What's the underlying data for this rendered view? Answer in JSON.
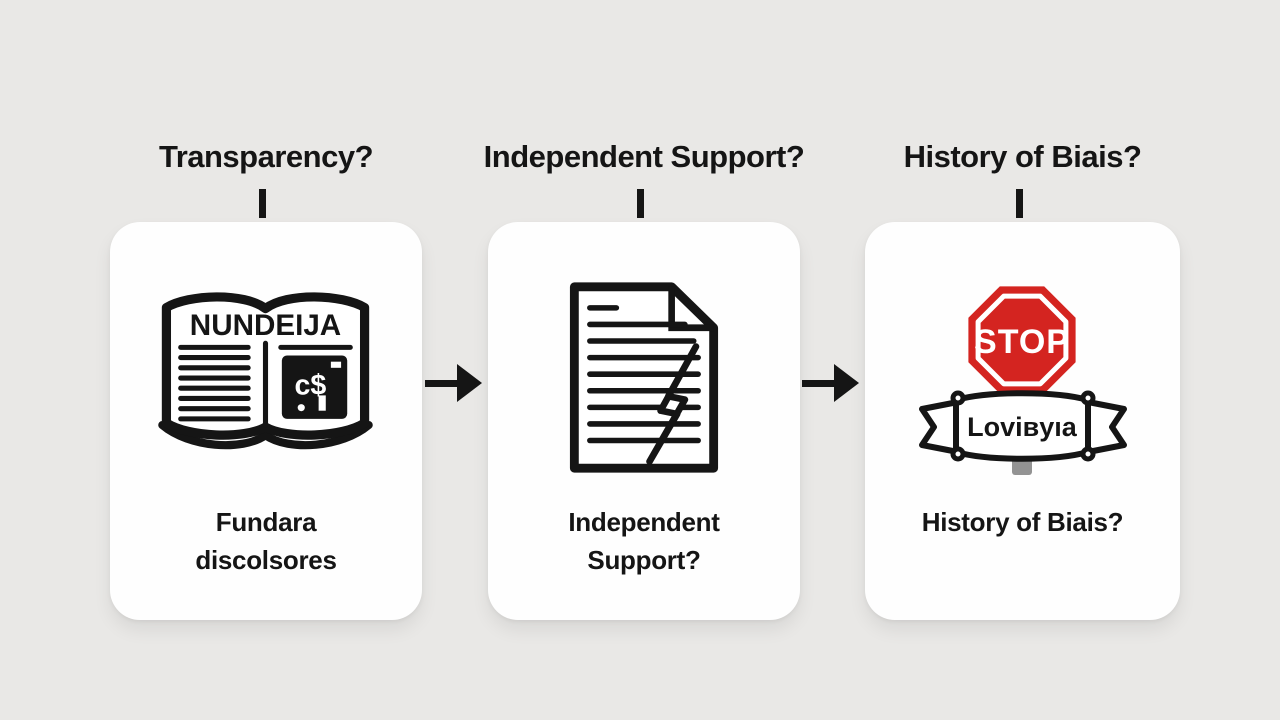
{
  "canvas": {
    "background": "#e9e8e6",
    "ink": "#151515",
    "card_background": "#fefefe"
  },
  "colors": {
    "stop_red": "#d42420",
    "stop_rim": "#9b1a10",
    "post_gray": "#939393"
  },
  "columns": [
    {
      "header": "Transparency?",
      "card": {
        "icon": "open-book-financial-disclosure-icon",
        "book_title": "NUNDEIJA",
        "book_money_symbol": "c$",
        "label_lines": [
          "Fundara",
          "discolsores"
        ]
      }
    },
    {
      "header": "Independent Support?",
      "card": {
        "icon": "document-lightning-icon",
        "label_lines": [
          "Independent",
          "Support?"
        ]
      }
    },
    {
      "header": "History of Biais?",
      "card": {
        "icon": "stop-sign-ribbon-icon",
        "stop_sign_text": "STOP",
        "ribbon_text": "Loviвyıa",
        "label_lines": [
          "History of Biais?"
        ]
      }
    }
  ]
}
